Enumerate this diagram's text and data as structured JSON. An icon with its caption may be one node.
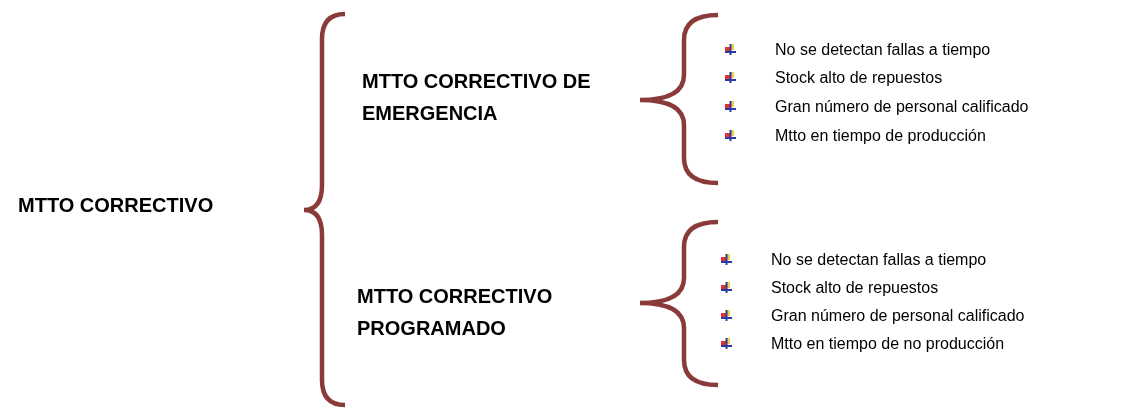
{
  "diagram": {
    "labels": [
      "MTTO CORRECTIVO",
      "MTTO CORRECTIVO DE EMERGENCIA",
      "No se detectan fallas a tiempo",
      "Stock alto de repuestos",
      "Gran número de personal calificado",
      "Mtto en tiempo de producción",
      "MTTO CORRECTIVO PROGRAMADO",
      "No se detectan fallas a tiempo",
      "Stock alto de repuestos",
      "Gran número de personal calificado",
      "Mtto en tiempo de no producción"
    ]
  }
}
